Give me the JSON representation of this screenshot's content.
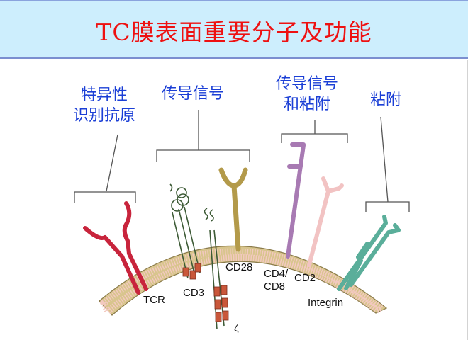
{
  "title": "TC膜表面重要分子及功能",
  "functions": {
    "antigen_recognition": {
      "line1": "特异性",
      "line2": "识别抗原"
    },
    "signal_transduction": {
      "line1": "传导信号"
    },
    "signal_and_adhesion": {
      "line1": "传导信号",
      "line2": "和粘附"
    },
    "adhesion": {
      "line1": "粘附"
    }
  },
  "molecules": {
    "tcr": "TCR",
    "cd3": "CD3",
    "zeta": "ζ",
    "cd28": "CD28",
    "cd4_cd8_line1": "CD4/",
    "cd4_cd8_line2": "CD8",
    "cd2": "CD2",
    "integrin": "Integrin"
  },
  "colors": {
    "title": "#ee1111",
    "labels": "#1b3fd6",
    "header_bg": "#cdeefd",
    "membrane": "#d8c58d",
    "membrane_stripes": "#f3c9c0",
    "tcr": "#c8243c",
    "cd3": "#3c5a35",
    "itam": "#c9573a",
    "cd28": "#b39a4a",
    "cd4": "#a87ab3",
    "cd2": "#f2c3c3",
    "integrin": "#5aae9a"
  }
}
